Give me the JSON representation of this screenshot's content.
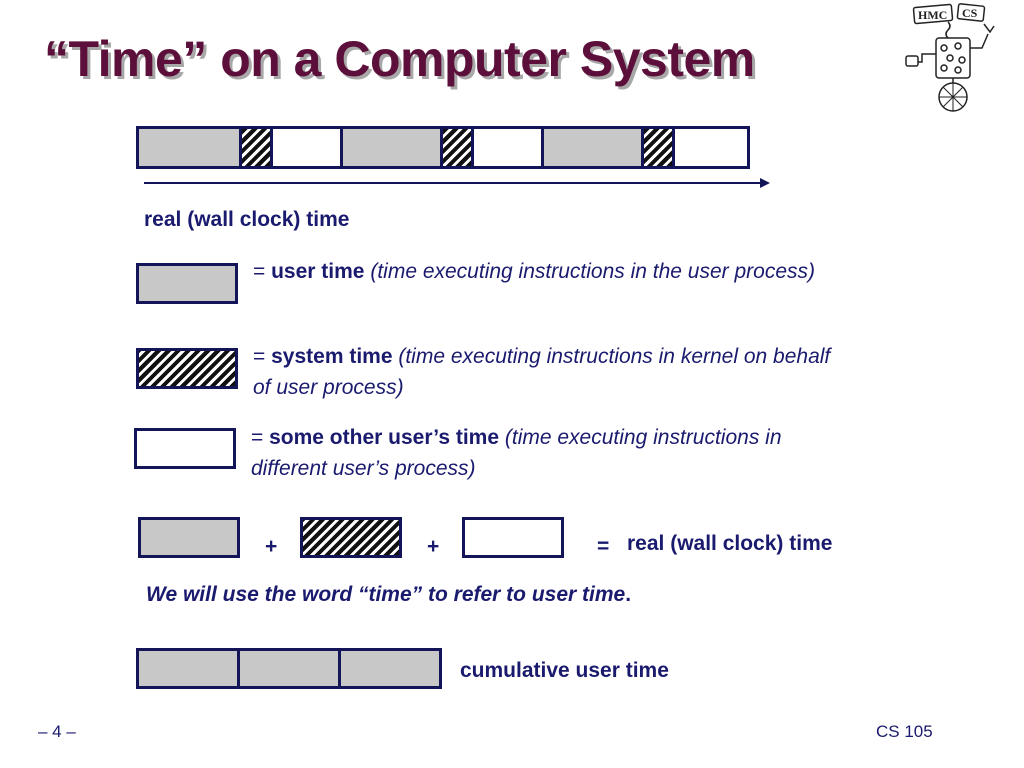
{
  "slide": {
    "title": "“Time” on a Computer System",
    "page_number": "– 4 –",
    "course": "CS 105"
  },
  "logo": {
    "text_left": "HMC",
    "text_right": "CS"
  },
  "timeline": {
    "segments": [
      "user",
      "system",
      "other",
      "user",
      "system",
      "other",
      "user",
      "system",
      "other"
    ],
    "label": "real (wall clock) time"
  },
  "legend": {
    "user": {
      "term": "user time",
      "desc": "(time executing instructions in the user process)"
    },
    "system": {
      "term": "system time",
      "desc_line1": "(time executing instructions in kernel on behalf",
      "desc_line2": "of user process)"
    },
    "other": {
      "term": "some other user’s time",
      "desc_line1": "(time executing instructions in",
      "desc_line2": "different user’s process)"
    },
    "equals": "="
  },
  "equation": {
    "plus": "+",
    "equals": "=",
    "result": "real (wall clock) time"
  },
  "note": {
    "text": "We will use the word “time” to refer to user time",
    "end": "."
  },
  "cumulative": {
    "label": "cumulative user time"
  },
  "colors": {
    "title": "#5c0f3a",
    "text": "#1a1a6e",
    "border": "#141459",
    "user_fill": "#c8c8c8"
  }
}
